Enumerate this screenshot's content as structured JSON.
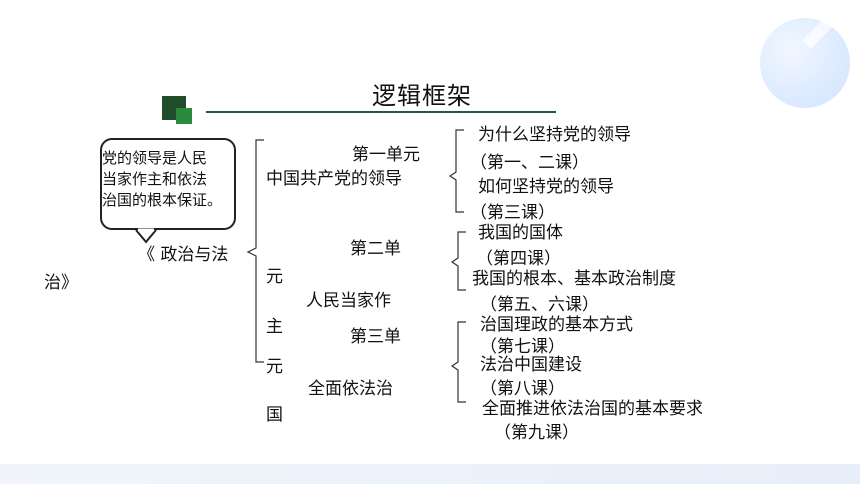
{
  "slide": {
    "title": "逻辑框架",
    "bubble_text": "党的领导是人民\n当家作主和依法\n治国的根本保证。",
    "root_part1": "《 政治与法",
    "root_part2": "治》",
    "vertical_chars": [
      "元",
      "主",
      "元",
      "国"
    ]
  },
  "units": [
    {
      "label_line1": "第一单元",
      "label_line2": "中国共产党的领导",
      "lessons": [
        {
          "title": "为什么坚持党的领导",
          "sub": "（第一、二课）"
        },
        {
          "title": "如何坚持党的领导",
          "sub": "（第三课）"
        }
      ]
    },
    {
      "label_line1": "第二单",
      "label_line2": "人民当家作",
      "lessons": [
        {
          "title": "我国的国体",
          "sub": "（第四课）"
        },
        {
          "title": "我国的根本、基本政治制度",
          "sub": "（第五、六课）"
        }
      ]
    },
    {
      "label_line1": "第三单",
      "label_line2": "全面依法治",
      "lessons": [
        {
          "title": "治国理政的基本方式",
          "sub": "（第七课）"
        },
        {
          "title": "法治中国建设",
          "sub": "（第八课）"
        },
        {
          "title": "全面推进依法治国的基本要求",
          "sub": "（第九课）"
        }
      ]
    }
  ],
  "colors": {
    "accent_dark_green": "#1f4d2c",
    "accent_green": "#2b8a3e",
    "line": "#1f5c3a"
  }
}
